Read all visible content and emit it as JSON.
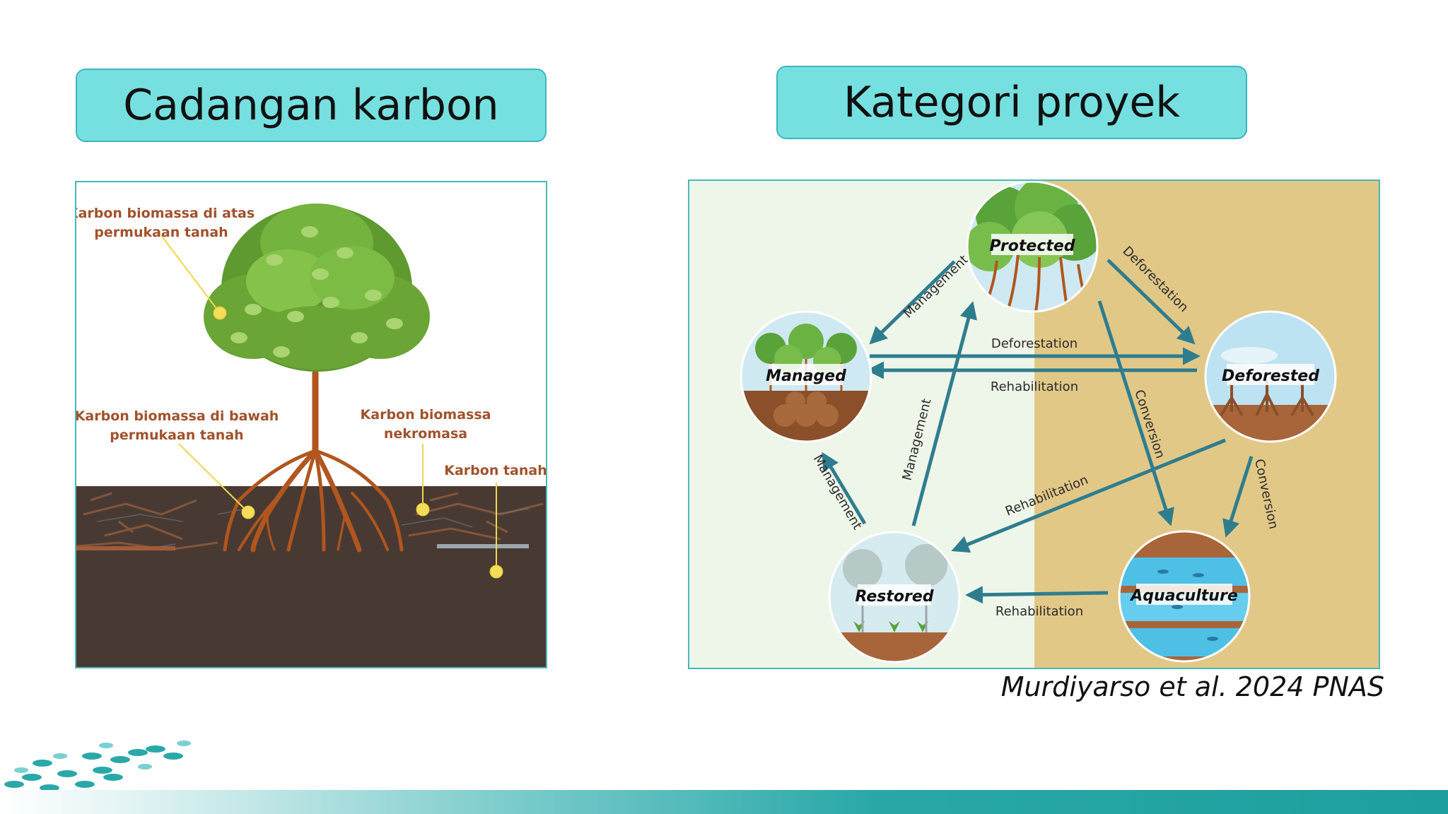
{
  "titles": {
    "left": "Cadangan karbon",
    "right": "Kategori proyek"
  },
  "tree_diagram": {
    "labels": {
      "above_line1": "Karbon biomassa di atas",
      "above_line2": "permukaan tanah",
      "below_line1": "Karbon biomassa di bawah",
      "below_line2": "permukaan tanah",
      "necro_line1": "Karbon biomassa",
      "necro_line2": "nekromasa",
      "soil": "Karbon tanah"
    },
    "colors": {
      "soil": "#483a33",
      "label": "#a0522d",
      "marker": "#f5dd5c",
      "foliage": "#6aa535",
      "trunk": "#b0561e"
    }
  },
  "project_diagram": {
    "nodes": {
      "protected": "Protected",
      "managed": "Managed",
      "deforested": "Deforested",
      "restored": "Restored",
      "aquaculture": "Aquaculture"
    },
    "arrows": {
      "protected_to_managed": "Management",
      "protected_to_deforested": "Deforestation",
      "managed_to_deforested": "Deforestation",
      "deforested_to_managed": "Rehabilitation",
      "protected_to_aquaculture": "Conversion",
      "deforested_to_aquaculture": "Conversion",
      "restored_to_protected": "Management",
      "restored_to_managed": "Management",
      "deforested_to_restored": "Rehabilitation",
      "aquaculture_to_restored": "Rehabilitation"
    },
    "colors": {
      "arrow": "#2e7d8f",
      "left_bg": "#eef5e9",
      "right_bg": "#e2c887"
    }
  },
  "citation": "Murdiyarso et al. 2024 PNAS"
}
